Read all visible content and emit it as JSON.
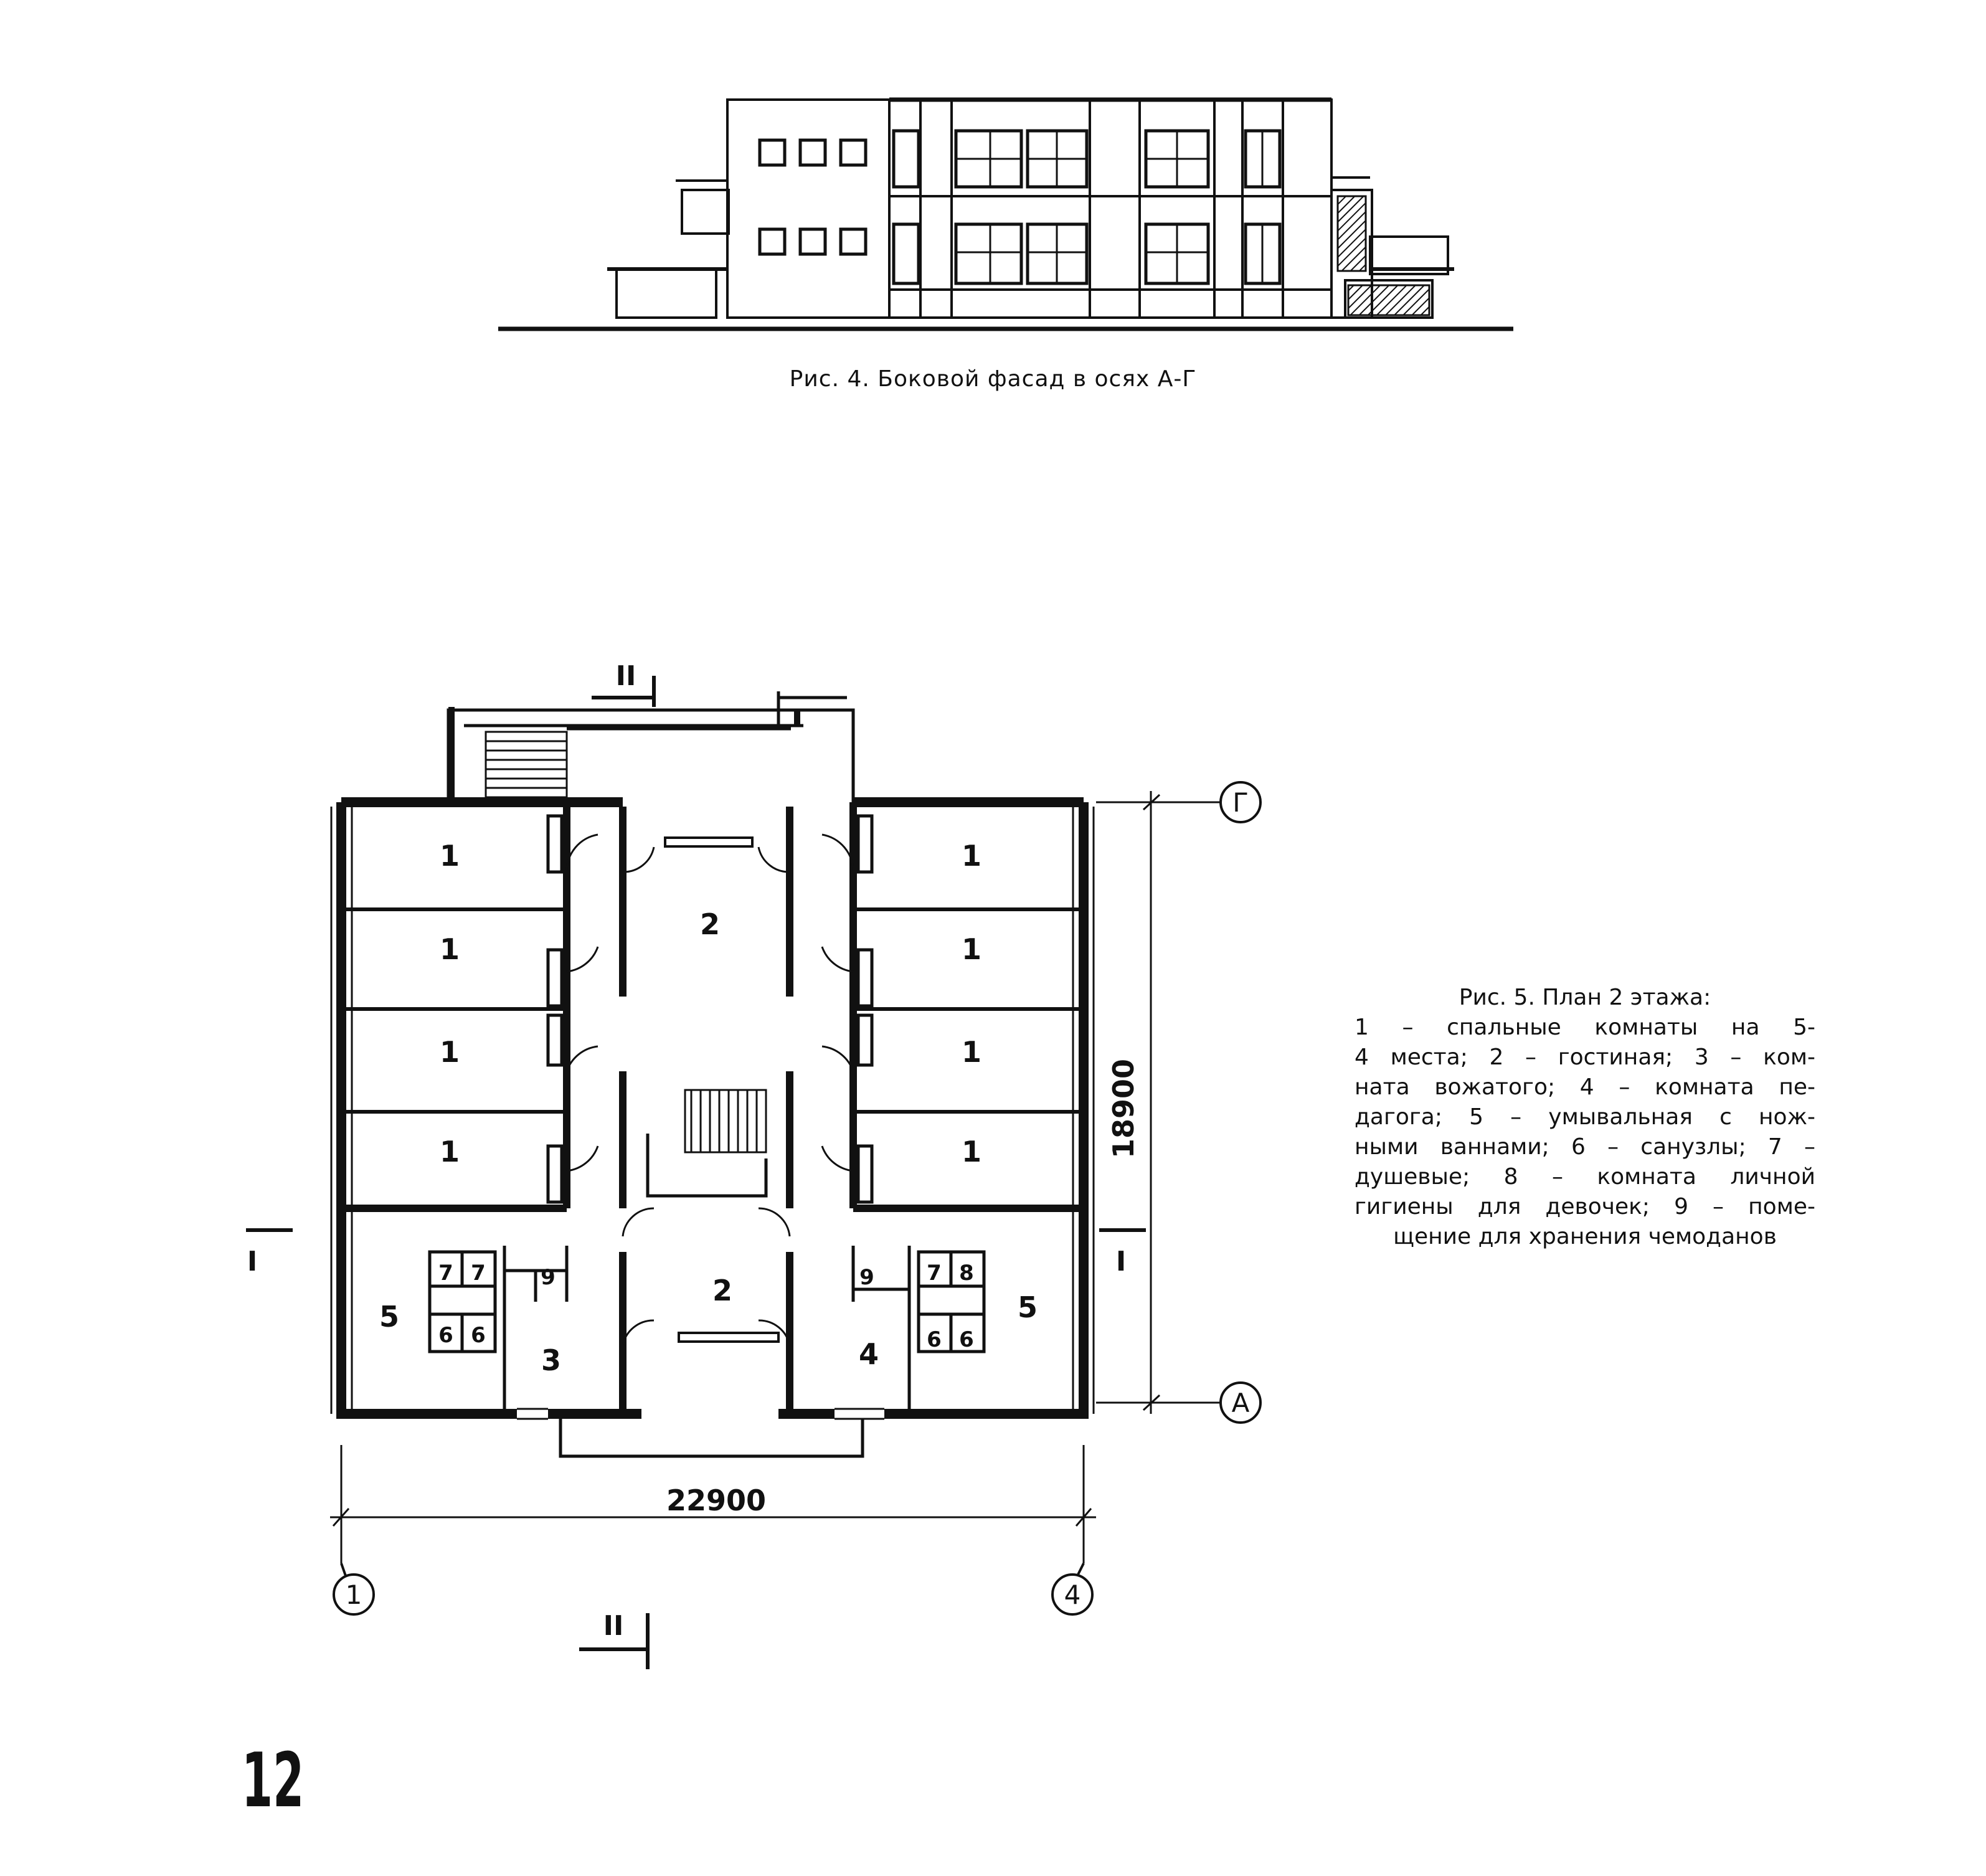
{
  "figure4": {
    "caption": "Рис. 4. Боковой фасад в осях А-Г"
  },
  "figure5": {
    "caption_title": "Рис. 5. План 2 этажа:",
    "caption_lines": [
      "1 – спальные комнаты на 5-",
      "4 места; 2 – гостиная; 3 – ком-",
      "ната вожатого; 4 – комната пе-",
      "дагога; 5 – умывальная с нож-",
      "ными ваннами; 6 – санузлы; 7 –",
      "душевые; 8 – комната личной",
      "гигиены для девочек; 9 – поме-",
      "щение для хранения чемоданов"
    ],
    "dimensions": {
      "width": "22900",
      "height": "18900"
    },
    "axes": {
      "top": "Г",
      "bottom": "А",
      "left": "1",
      "right": "4"
    },
    "section_marks": {
      "horizontal": "I",
      "vertical": "II"
    },
    "room_labels": {
      "sleeping": "1",
      "lounge": "2",
      "counselor": "3",
      "teacher": "4",
      "washroom": "5",
      "toilet": "6",
      "shower": "7",
      "hygiene": "8",
      "storage": "9"
    }
  },
  "page_number": "12"
}
